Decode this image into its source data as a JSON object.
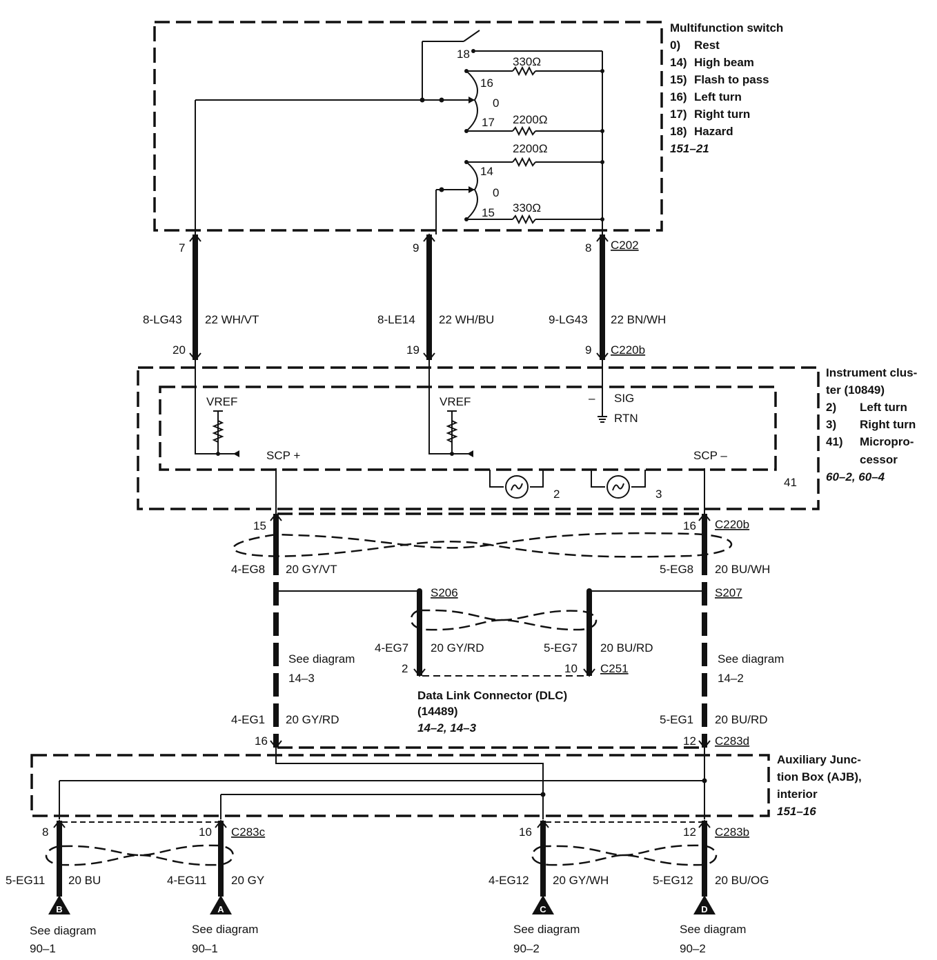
{
  "multifunction_switch": {
    "title": "Multifunction switch",
    "positions": [
      {
        "num": "0)",
        "label": "Rest"
      },
      {
        "num": "14)",
        "label": "High beam"
      },
      {
        "num": "15)",
        "label": "Flash to pass"
      },
      {
        "num": "16)",
        "label": "Left turn"
      },
      {
        "num": "17)",
        "label": "Right turn"
      },
      {
        "num": "18)",
        "label": "Hazard"
      }
    ],
    "ref": "151–21",
    "terminals": {
      "t18": "18",
      "t16": "16",
      "t0a": "0",
      "t17": "17",
      "t14": "14",
      "t0b": "0",
      "t15": "15"
    },
    "resistors": {
      "r1": "330Ω",
      "r2": "2200Ω",
      "r3": "2200Ω",
      "r4": "330Ω"
    }
  },
  "c202": {
    "connector": "C202",
    "pins": {
      "left": "7",
      "mid": "9",
      "right": "8"
    }
  },
  "upper_wires": {
    "w1": {
      "circuit": "8-LG43",
      "spec": "22 WH/VT"
    },
    "w2": {
      "circuit": "8-LE14",
      "spec": "22 WH/BU"
    },
    "w3": {
      "circuit": "9-LG43",
      "spec": "22 BN/WH"
    }
  },
  "c220b_top": {
    "connector": "C220b",
    "pins": {
      "left": "20",
      "mid": "19",
      "right": "9"
    }
  },
  "instrument_cluster": {
    "title_lines": [
      "Instrument clus-",
      "ter (10849)"
    ],
    "items": [
      {
        "num": "2)",
        "label": "Left turn"
      },
      {
        "num": "3)",
        "label": "Right turn"
      },
      {
        "num": "41)",
        "label_lines": [
          "Micropro-",
          "cessor"
        ]
      }
    ],
    "ref": "60–2, 60–4",
    "vref1": "VREF",
    "vref2": "VREF",
    "minus": "–",
    "sig": "SIG",
    "rtn": "RTN",
    "scp_plus": "SCP +",
    "scp_minus": "SCP –",
    "lamp_left": "2",
    "lamp_right": "3",
    "module_id": "41"
  },
  "c220b_bottom": {
    "connector": "C220b",
    "pins": {
      "left": "15",
      "right": "16"
    }
  },
  "bus_wires": {
    "left": {
      "circuit": "4-EG8",
      "spec": "20 GY/VT"
    },
    "right": {
      "circuit": "5-EG8",
      "spec": "20 BU/WH"
    }
  },
  "splices": {
    "left": "S206",
    "right": "S207"
  },
  "dlc": {
    "left_wire": {
      "circuit": "4-EG7",
      "spec": "20 GY/RD",
      "pin": "2"
    },
    "right_wire": {
      "circuit": "5-EG7",
      "spec": "20 BU/RD",
      "pin": "10"
    },
    "connector": "C251",
    "title": "Data Link Connector (DLC)",
    "part": "(14489)",
    "ref": "14–2, 14–3"
  },
  "see_diagram_mid": {
    "left": {
      "text": "See diagram",
      "ref": "14–3"
    },
    "right": {
      "text": "See diagram",
      "ref": "14–2"
    }
  },
  "lower_wires": {
    "left": {
      "circuit": "4-EG1",
      "spec": "20 GY/RD"
    },
    "right": {
      "circuit": "5-EG1",
      "spec": "20 BU/RD"
    }
  },
  "c283d": {
    "connector": "C283d",
    "pins": {
      "left": "16",
      "right": "12"
    }
  },
  "ajb": {
    "title_lines": [
      "Auxiliary Junc-",
      "tion Box (AJB),",
      "interior"
    ],
    "ref": "151–16"
  },
  "c283c": {
    "connector": "C283c",
    "pins": {
      "left": "8",
      "right": "10"
    }
  },
  "c283b": {
    "connector": "C283b",
    "pins": {
      "left": "16",
      "right": "12"
    }
  },
  "bottom_wires": {
    "b": {
      "circuit": "5-EG11",
      "spec": "20 BU"
    },
    "a": {
      "circuit": "4-EG11",
      "spec": "20 GY"
    },
    "c": {
      "circuit": "4-EG12",
      "spec": "20 GY/WH"
    },
    "d": {
      "circuit": "5-EG12",
      "spec": "20 BU/OG"
    }
  },
  "terminals": {
    "b": {
      "letter": "B",
      "text": "See diagram",
      "ref": "90–1"
    },
    "a": {
      "letter": "A",
      "text": "See diagram",
      "ref": "90–1"
    },
    "c": {
      "letter": "C",
      "text": "See diagram",
      "ref": "90–2"
    },
    "d": {
      "letter": "D",
      "text": "See diagram",
      "ref": "90–2"
    }
  }
}
